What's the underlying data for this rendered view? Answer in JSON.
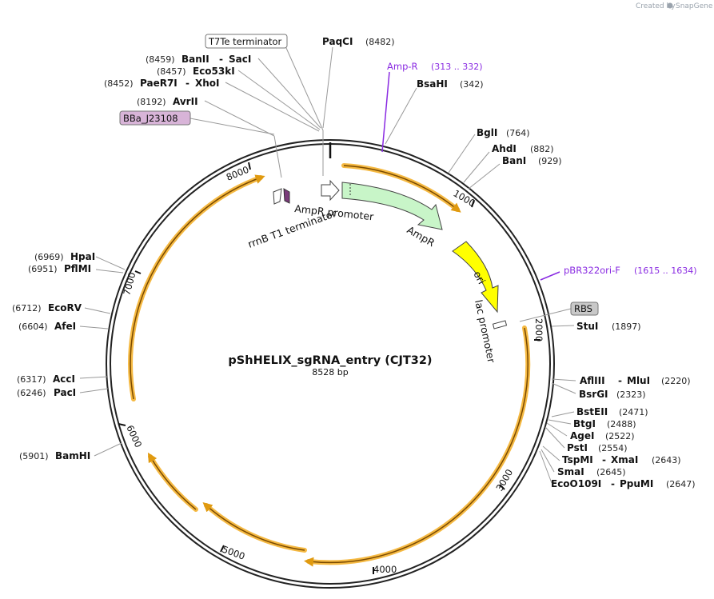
{
  "title": "pShHELIX_sgRNA_entry (CJT32)",
  "length_label": "8528 bp",
  "branding": {
    "created_by": "Created by",
    "app": "SnapGene"
  },
  "ticks": [
    "1000",
    "2000",
    "3000",
    "4000",
    "5000",
    "6000",
    "7000",
    "8000"
  ],
  "features": {
    "ampr_promoter": "AmpR promoter",
    "ampr": "AmpR",
    "ori": "ori",
    "lac_promoter": "lac promoter",
    "rrnb": "rrnB T1 terminator"
  },
  "boxed_labels": {
    "t7te": "T7Te terminator",
    "bba": "BBa_J23108",
    "rbs": "RBS"
  },
  "primers": [
    {
      "name": "Amp-R",
      "range": "(313 .. 332)"
    },
    {
      "name": "pBR322ori-F",
      "range": "(1615 .. 1634)"
    }
  ],
  "sites": [
    {
      "name": "PaqCI",
      "pos": "(8482)"
    },
    {
      "name": "BanII",
      "name2": "SacI",
      "pos": "(8459)"
    },
    {
      "name": "Eco53kI",
      "pos": "(8457)"
    },
    {
      "name": "PaeR7I",
      "name2": "XhoI",
      "pos": "(8452)"
    },
    {
      "name": "AvrII",
      "pos": "(8192)"
    },
    {
      "name": "BsaHI",
      "pos": "(342)"
    },
    {
      "name": "BglI",
      "pos": "(764)"
    },
    {
      "name": "AhdI",
      "pos": "(882)"
    },
    {
      "name": "BanI",
      "pos": "(929)"
    },
    {
      "name": "StuI",
      "pos": "(1897)"
    },
    {
      "name": "AflIII",
      "name2": "MluI",
      "pos": "(2220)"
    },
    {
      "name": "BsrGI",
      "pos": "(2323)"
    },
    {
      "name": "BstEII",
      "pos": "(2471)"
    },
    {
      "name": "BtgI",
      "pos": "(2488)"
    },
    {
      "name": "AgeI",
      "pos": "(2522)"
    },
    {
      "name": "PstI",
      "pos": "(2554)"
    },
    {
      "name": "TspMI",
      "name2": "XmaI",
      "pos": "(2643)"
    },
    {
      "name": "SmaI",
      "pos": "(2645)"
    },
    {
      "name": "EcoO109I",
      "name2": "PpuMI",
      "pos": "(2647)"
    },
    {
      "name": "BamHI",
      "pos": "(5901)"
    },
    {
      "name": "PacI",
      "pos": "(6246)"
    },
    {
      "name": "AccI",
      "pos": "(6317)"
    },
    {
      "name": "AfeI",
      "pos": "(6604)"
    },
    {
      "name": "EcoRV",
      "pos": "(6712)"
    },
    {
      "name": "PflMI",
      "pos": "(6951)"
    },
    {
      "name": "HpaI",
      "pos": "(6969)"
    }
  ],
  "colors": {
    "backbone": "#222222",
    "orf": "#f5b942",
    "ampr": "#c8f5c8",
    "ori": "#ffff00",
    "primer": "#8a2be2",
    "label_box": "#d8b4d8",
    "rbs_box": "#c8c8c8"
  }
}
